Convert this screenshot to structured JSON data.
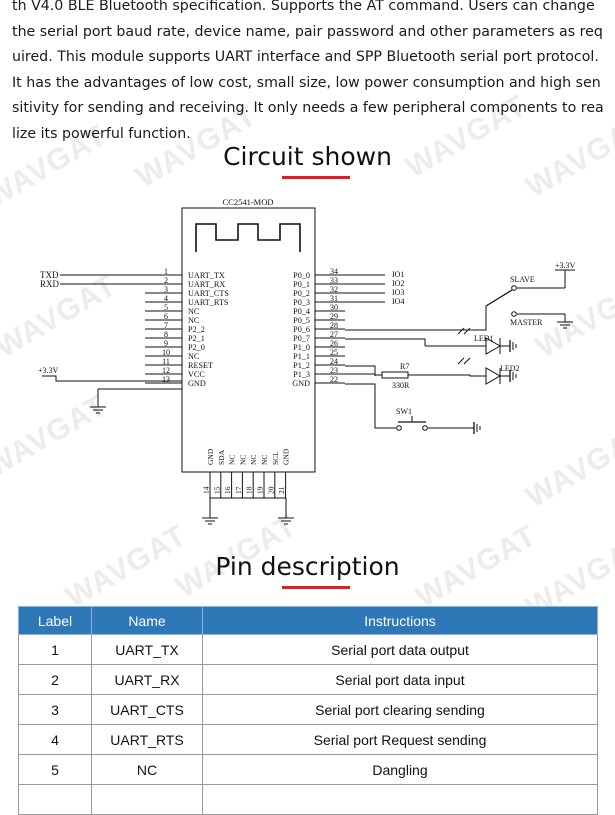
{
  "intro": {
    "text": "th V4.0 BLE Bluetooth specification. Supports the AT command. Users can change the serial port baud rate, device name, pair password and other parameters as required. This module supports UART interface and SPP Bluetooth serial port protocol. It has the advantages of low cost, small size, low power consumption and high sensitivity for sending and receiving. It only needs a few peripheral components to realize its powerful function."
  },
  "watermark": "WAVGAT",
  "circuit_section": {
    "title": "Circuit shown"
  },
  "circuit": {
    "module_label": "CC2541-MOD",
    "left_pins": [
      {
        "num": "1",
        "name": "UART_TX"
      },
      {
        "num": "2",
        "name": "UART_RX"
      },
      {
        "num": "3",
        "name": "UART_CTS"
      },
      {
        "num": "4",
        "name": "UART_RTS"
      },
      {
        "num": "5",
        "name": "NC"
      },
      {
        "num": "6",
        "name": "NC"
      },
      {
        "num": "7",
        "name": "P2_2"
      },
      {
        "num": "8",
        "name": "P2_1"
      },
      {
        "num": "9",
        "name": "P2_0"
      },
      {
        "num": "10",
        "name": "NC"
      },
      {
        "num": "11",
        "name": "RESET"
      },
      {
        "num": "12",
        "name": "VCC"
      },
      {
        "num": "13",
        "name": "GND"
      }
    ],
    "right_pins": [
      {
        "num": "34",
        "name": "P0_0"
      },
      {
        "num": "33",
        "name": "P0_1"
      },
      {
        "num": "32",
        "name": "P0_2"
      },
      {
        "num": "31",
        "name": "P0_3"
      },
      {
        "num": "30",
        "name": "P0_4"
      },
      {
        "num": "29",
        "name": "P0_5"
      },
      {
        "num": "28",
        "name": "P0_6"
      },
      {
        "num": "27",
        "name": "P0_7"
      },
      {
        "num": "26",
        "name": "P1_0"
      },
      {
        "num": "25",
        "name": "P1_1"
      },
      {
        "num": "24",
        "name": "P1_2"
      },
      {
        "num": "23",
        "name": "P1_3"
      },
      {
        "num": "22",
        "name": "GND"
      }
    ],
    "bottom_pins": [
      {
        "num": "14",
        "name": "GND"
      },
      {
        "num": "15",
        "name": "SDA"
      },
      {
        "num": "16",
        "name": "NC"
      },
      {
        "num": "17",
        "name": "NC"
      },
      {
        "num": "18",
        "name": "NC"
      },
      {
        "num": "19",
        "name": "NC"
      },
      {
        "num": "20",
        "name": "SCL"
      },
      {
        "num": "21",
        "name": "GND"
      }
    ],
    "txd": "TXD",
    "rxd": "RXD",
    "io": [
      "IO1",
      "IO2",
      "IO3",
      "IO4"
    ],
    "vcc_left": "+3.3V",
    "vcc_right": "+3.3V",
    "slave": "SLAVE",
    "master": "MASTER",
    "led1": "LED1",
    "led2": "LED2",
    "resistor": "R7",
    "resistor_value": "330R",
    "switch": "SW1"
  },
  "pin_section": {
    "title": "Pin description"
  },
  "pin_table": {
    "headers": [
      "Label",
      "Name",
      "Instructions"
    ],
    "rows": [
      [
        "1",
        "UART_TX",
        "Serial port data output"
      ],
      [
        "2",
        "UART_RX",
        "Serial port data input"
      ],
      [
        "3",
        "UART_CTS",
        "Serial port clearing sending"
      ],
      [
        "4",
        "UART_RTS",
        "Serial port Request sending"
      ],
      [
        "5",
        "NC",
        "Dangling"
      ],
      [
        "",
        "",
        ""
      ]
    ]
  }
}
